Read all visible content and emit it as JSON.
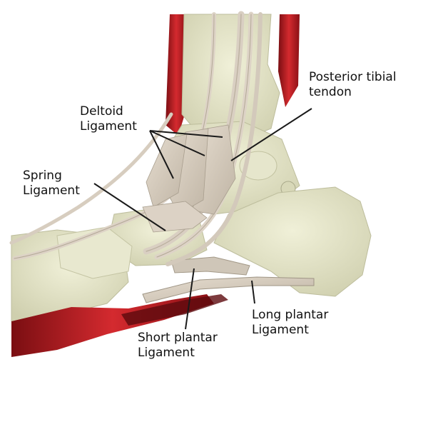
{
  "labels": {
    "deltoid": [
      "Deltoid",
      "Ligament"
    ],
    "posterior_tibial": [
      "Posterior tibial",
      "tendon"
    ],
    "spring": [
      "Spring",
      "Ligament"
    ],
    "long_plantar": [
      "Long plantar",
      "Ligament"
    ],
    "short_plantar": [
      "Short plantar",
      "Ligament"
    ]
  },
  "colors": {
    "background": "#ffffff",
    "bone": "#e4e4c9",
    "bone_shadow": "#c9c9a8",
    "ligament": "#d7cdbf",
    "ligament_edge": "#b3a999",
    "muscle": "#c8202a",
    "muscle_dark": "#8a1015",
    "leader_line": "#1a1a1a"
  }
}
